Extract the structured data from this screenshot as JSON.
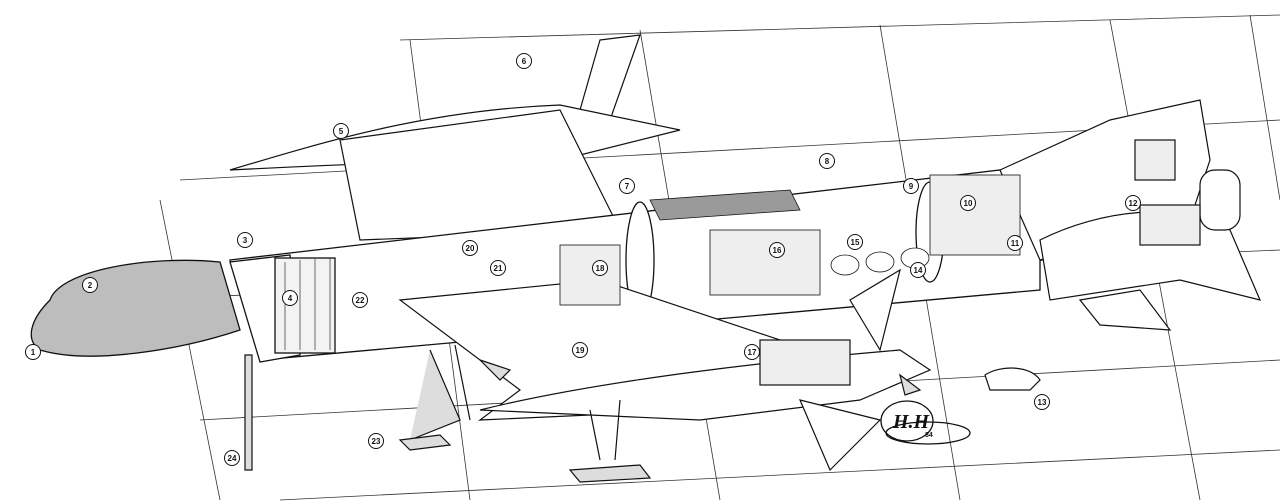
{
  "title": "Spacecraft cutaway illustration",
  "colors": {
    "ink": "#111111",
    "canopy": "#bdbdbd",
    "hatch": "#9a9a9a",
    "paper": "#ffffff"
  },
  "callouts": [
    "1",
    "2",
    "3",
    "4",
    "5",
    "6",
    "7",
    "8",
    "9",
    "10",
    "11",
    "12",
    "13",
    "14",
    "15",
    "16",
    "17",
    "18",
    "19",
    "20",
    "21",
    "22",
    "23",
    "24"
  ],
  "signature": "H.H. 84"
}
